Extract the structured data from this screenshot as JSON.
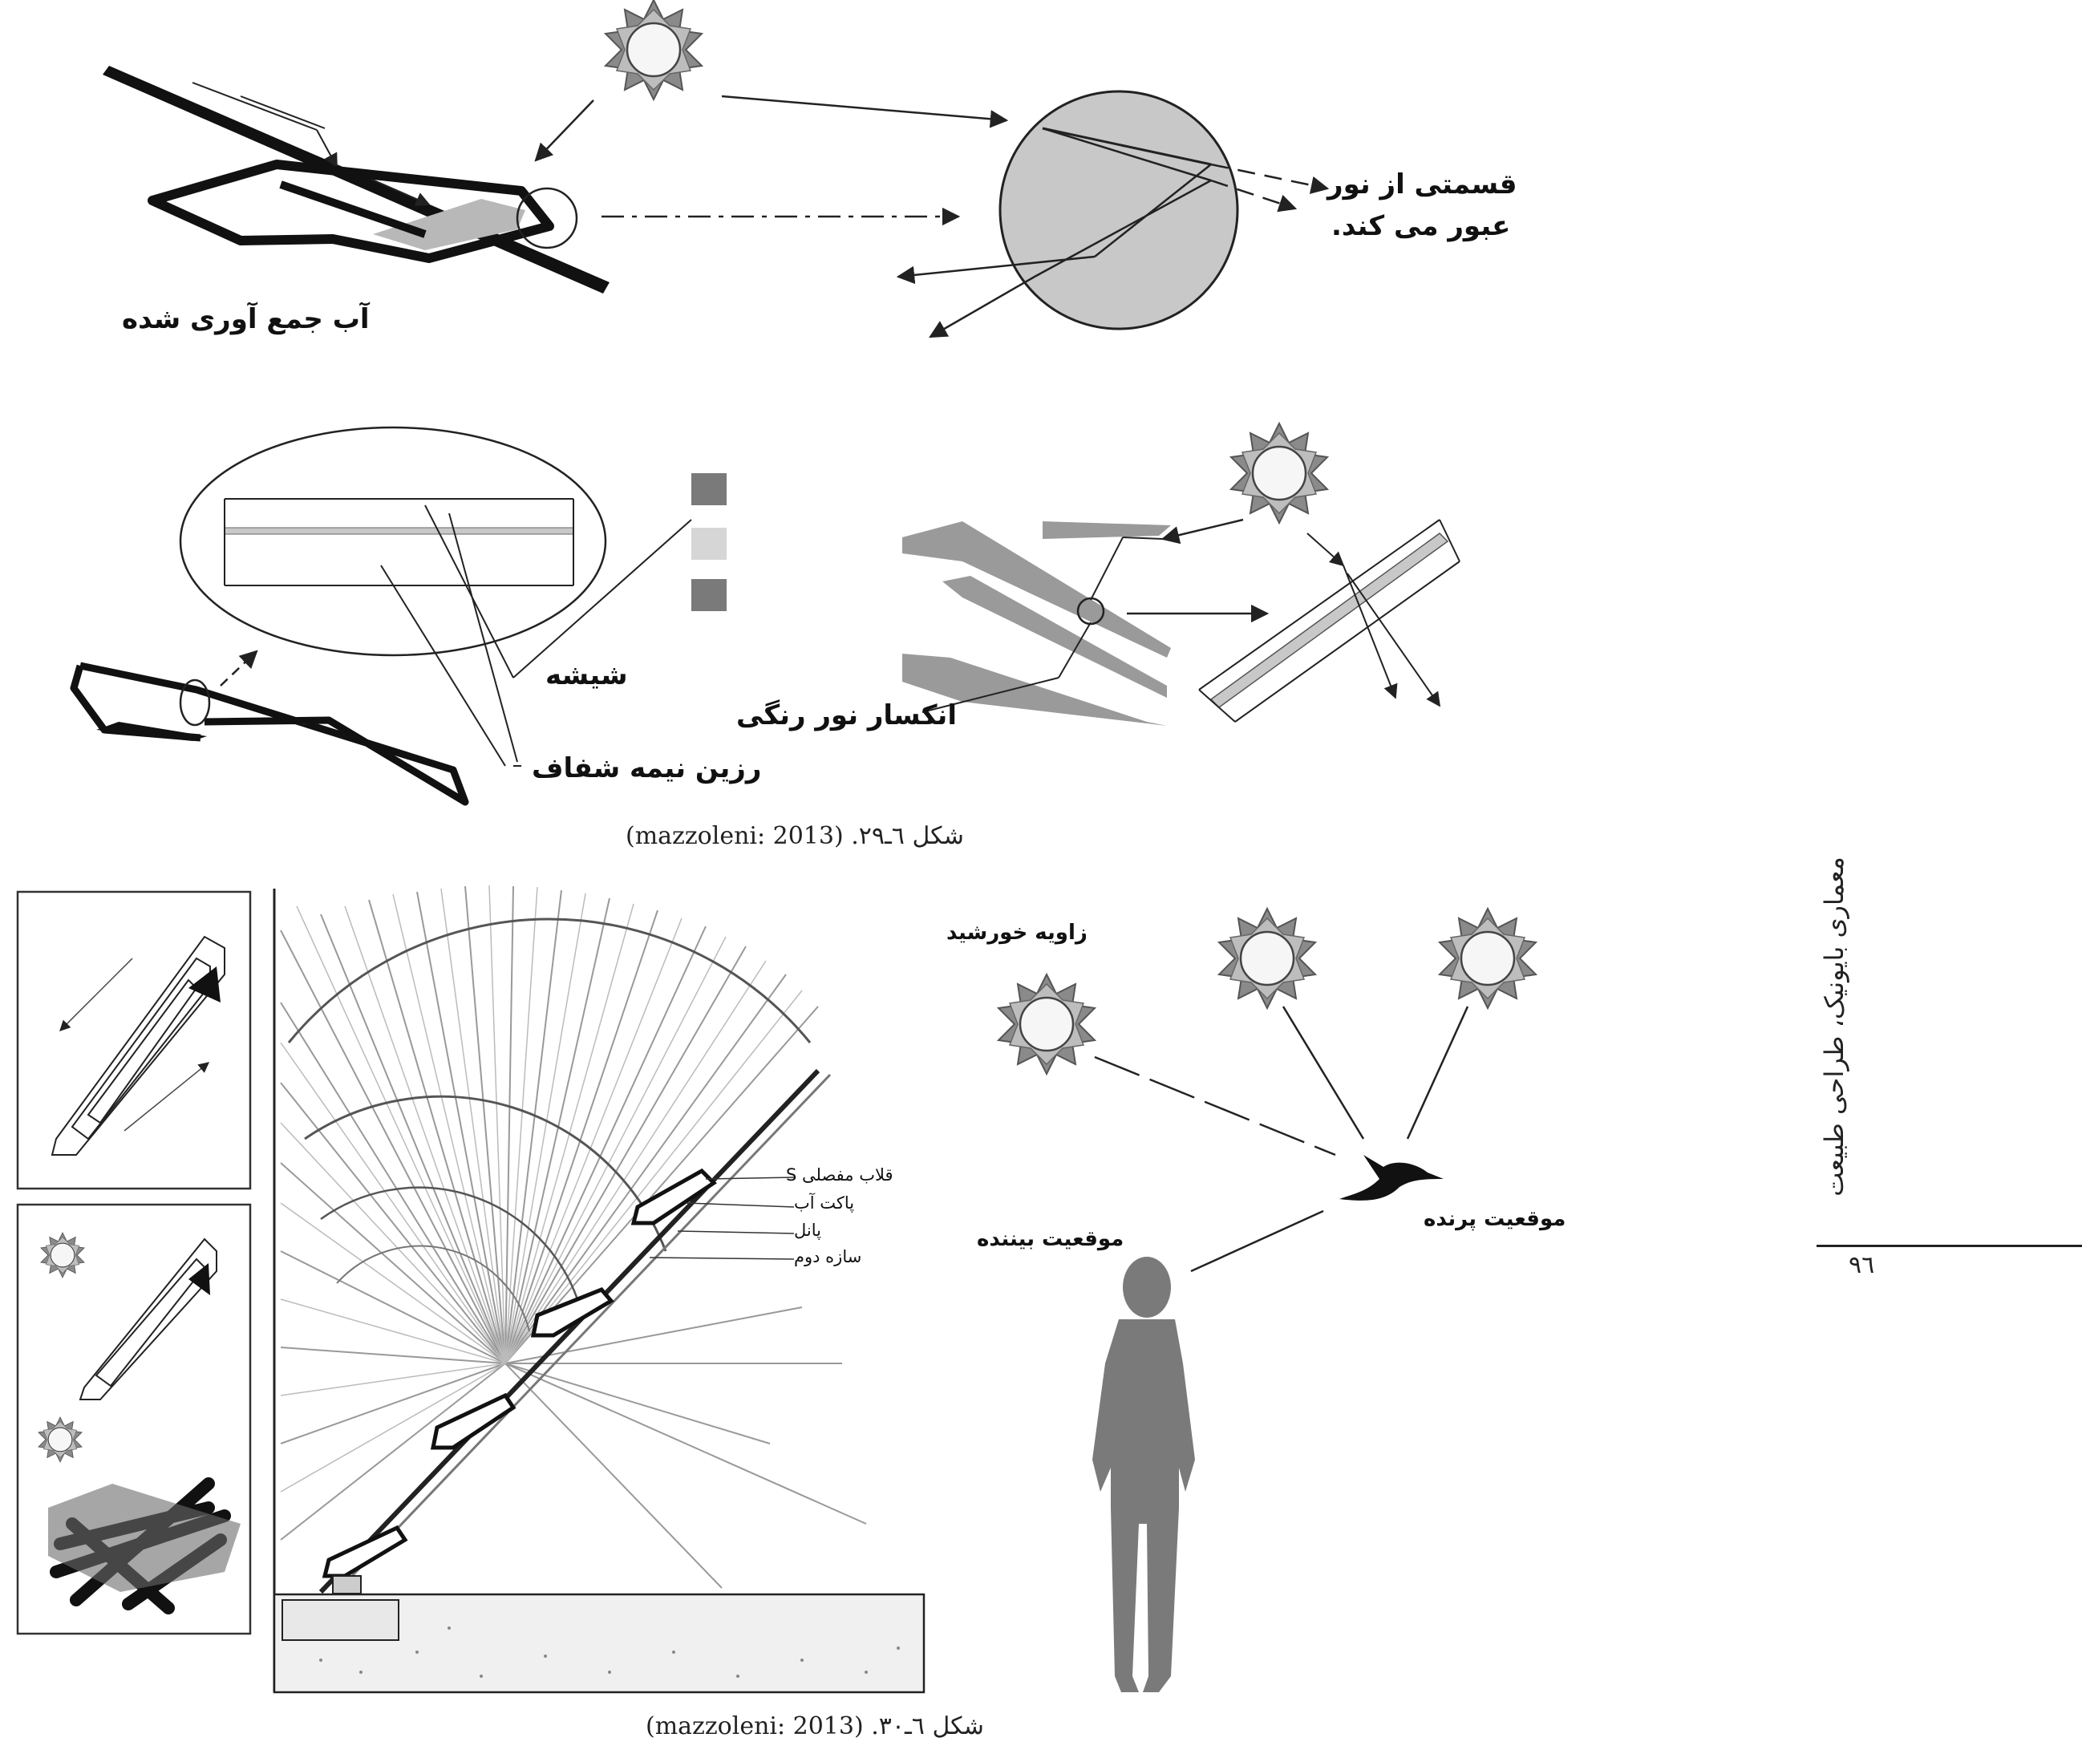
{
  "fig29": {
    "labels": {
      "partial_light_1": "قسمتی از نور",
      "partial_light_2": "عبور می کند.",
      "collected_water": "آب جمع آوری شده",
      "glass": "شیشه",
      "colored_refraction": "انکسار نور رنگی",
      "resin": "رزین نیمه شفاف"
    },
    "caption": "شکل ٦ـ٢٩. (mazzoleni: 2013)"
  },
  "fig30": {
    "labels": {
      "sun_angle": "زاویه خورشید",
      "s_hinge": "قلاب مفصلی S",
      "water_pocket": "پاکت آب",
      "panel": "پانل",
      "second_structure": "سازه دوم",
      "bird_position": "موقعیت پرنده",
      "viewer_position": "موقعیت بیننده"
    },
    "caption": "شکل ٦ـ٣٠. (mazzoleni: 2013)"
  },
  "sidebar": {
    "running_title": "معماری بایونیک، طراحی طبیعت",
    "page_number": "٩٦"
  },
  "colors": {
    "ink": "#111111",
    "grey_fill": "#c8c8c8",
    "dark_grey": "#777777",
    "light_grey": "#d9d9d9",
    "silhouette": "#7a7a7a"
  }
}
